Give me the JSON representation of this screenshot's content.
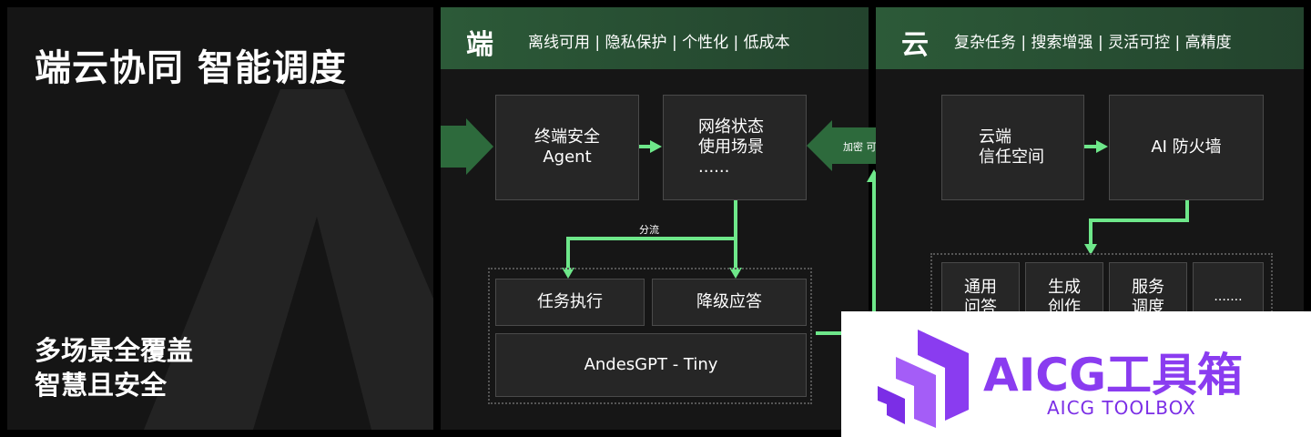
{
  "left": {
    "title": "端云协同 智能调度",
    "slogan_line1": "多场景全覆盖",
    "slogan_line2": "智慧且安全"
  },
  "device": {
    "label": "端",
    "tags": "离线可用 | 隐私保护 | 个性化 | 低成本",
    "agent_line1": "终端安全",
    "agent_line2": "Agent",
    "network_line1": "网络状态",
    "network_line2": "使用场景",
    "network_line3": "......",
    "split_label": "分流",
    "task_exec": "任务执行",
    "fallback": "降级应答",
    "model": "AndesGPT - Tiny"
  },
  "link": {
    "label": "加密 可通信"
  },
  "cloud": {
    "label": "云",
    "tags": "复杂任务 | 搜索增强 | 灵活可控 | 高精度",
    "trust_line1": "云端",
    "trust_line2": "信任空间",
    "firewall": "AI 防火墙",
    "cap1_line1": "通用",
    "cap1_line2": "问答",
    "cap2_line1": "生成",
    "cap2_line2": "创作",
    "cap3_line1": "服务",
    "cap3_line2": "调度",
    "cap4": "......."
  },
  "watermark": {
    "name": "AICG工具箱",
    "sub": "AICG TOOLBOX"
  },
  "colors": {
    "green_arrow": "#6ee78a",
    "header_green": "#2c5a38",
    "brand_purple": "#8a3cf0"
  }
}
